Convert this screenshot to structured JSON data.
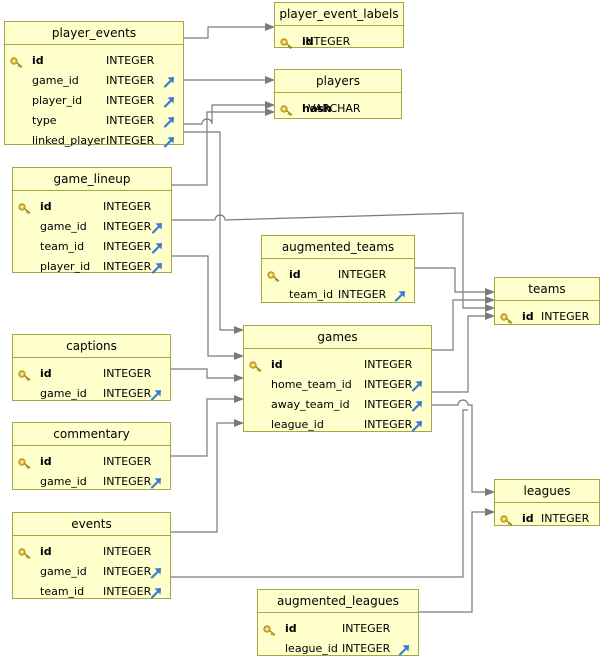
{
  "colors": {
    "table_fill": "#ffffcc",
    "table_border": "#a6a644",
    "edge": "#7a7a7a",
    "fk_arrow": "#3a7bd5",
    "key_icon": "#c9a227"
  },
  "tables": {
    "player_events": {
      "name": "player_events",
      "columns": [
        {
          "name": "id",
          "type": "INTEGER",
          "pk": true
        },
        {
          "name": "game_id",
          "type": "INTEGER",
          "fk": true
        },
        {
          "name": "player_id",
          "type": "INTEGER",
          "fk": true
        },
        {
          "name": "type",
          "type": "INTEGER",
          "fk": true
        },
        {
          "name": "linked_player",
          "type": "INTEGER",
          "fk": true
        }
      ]
    },
    "player_event_labels": {
      "name": "player_event_labels",
      "columns": [
        {
          "name": "id",
          "type": "INTEGER",
          "pk": true
        }
      ]
    },
    "players": {
      "name": "players",
      "columns": [
        {
          "name": "hash",
          "type": "VARCHAR",
          "pk": true
        }
      ]
    },
    "game_lineup": {
      "name": "game_lineup",
      "columns": [
        {
          "name": "id",
          "type": "INTEGER",
          "pk": true
        },
        {
          "name": "game_id",
          "type": "INTEGER",
          "fk": true
        },
        {
          "name": "team_id",
          "type": "INTEGER",
          "fk": true
        },
        {
          "name": "player_id",
          "type": "INTEGER",
          "fk": true
        }
      ]
    },
    "augmented_teams": {
      "name": "augmented_teams",
      "columns": [
        {
          "name": "id",
          "type": "INTEGER",
          "pk": true
        },
        {
          "name": "team_id",
          "type": "INTEGER",
          "fk": true
        }
      ]
    },
    "teams": {
      "name": "teams",
      "columns": [
        {
          "name": "id",
          "type": "INTEGER",
          "pk": true
        }
      ]
    },
    "captions": {
      "name": "captions",
      "columns": [
        {
          "name": "id",
          "type": "INTEGER",
          "pk": true
        },
        {
          "name": "game_id",
          "type": "INTEGER",
          "fk": true
        }
      ]
    },
    "games": {
      "name": "games",
      "columns": [
        {
          "name": "id",
          "type": "INTEGER",
          "pk": true
        },
        {
          "name": "home_team_id",
          "type": "INTEGER",
          "fk": true
        },
        {
          "name": "away_team_id",
          "type": "INTEGER",
          "fk": true
        },
        {
          "name": "league_id",
          "type": "INTEGER",
          "fk": true
        }
      ]
    },
    "commentary": {
      "name": "commentary",
      "columns": [
        {
          "name": "id",
          "type": "INTEGER",
          "pk": true
        },
        {
          "name": "game_id",
          "type": "INTEGER",
          "fk": true
        }
      ]
    },
    "events": {
      "name": "events",
      "columns": [
        {
          "name": "id",
          "type": "INTEGER",
          "pk": true
        },
        {
          "name": "game_id",
          "type": "INTEGER",
          "fk": true
        },
        {
          "name": "team_id",
          "type": "INTEGER",
          "fk": true
        }
      ]
    },
    "leagues": {
      "name": "leagues",
      "columns": [
        {
          "name": "id",
          "type": "INTEGER",
          "pk": true
        }
      ]
    },
    "augmented_leagues": {
      "name": "augmented_leagues",
      "columns": [
        {
          "name": "id",
          "type": "INTEGER",
          "pk": true
        },
        {
          "name": "league_id",
          "type": "INTEGER",
          "fk": true
        }
      ]
    }
  },
  "relationships": [
    {
      "from": "player_events",
      "to": "player_event_labels"
    },
    {
      "from": "player_events",
      "to": "players"
    },
    {
      "from": "player_events",
      "to": "players"
    },
    {
      "from": "player_events",
      "to": "games"
    },
    {
      "from": "game_lineup",
      "to": "players"
    },
    {
      "from": "game_lineup",
      "to": "teams"
    },
    {
      "from": "game_lineup",
      "to": "games"
    },
    {
      "from": "augmented_teams",
      "to": "teams"
    },
    {
      "from": "captions",
      "to": "games"
    },
    {
      "from": "commentary",
      "to": "games"
    },
    {
      "from": "events",
      "to": "games"
    },
    {
      "from": "events",
      "to": "teams"
    },
    {
      "from": "games",
      "to": "teams"
    },
    {
      "from": "games",
      "to": "teams"
    },
    {
      "from": "games",
      "to": "leagues"
    },
    {
      "from": "augmented_leagues",
      "to": "leagues"
    }
  ]
}
